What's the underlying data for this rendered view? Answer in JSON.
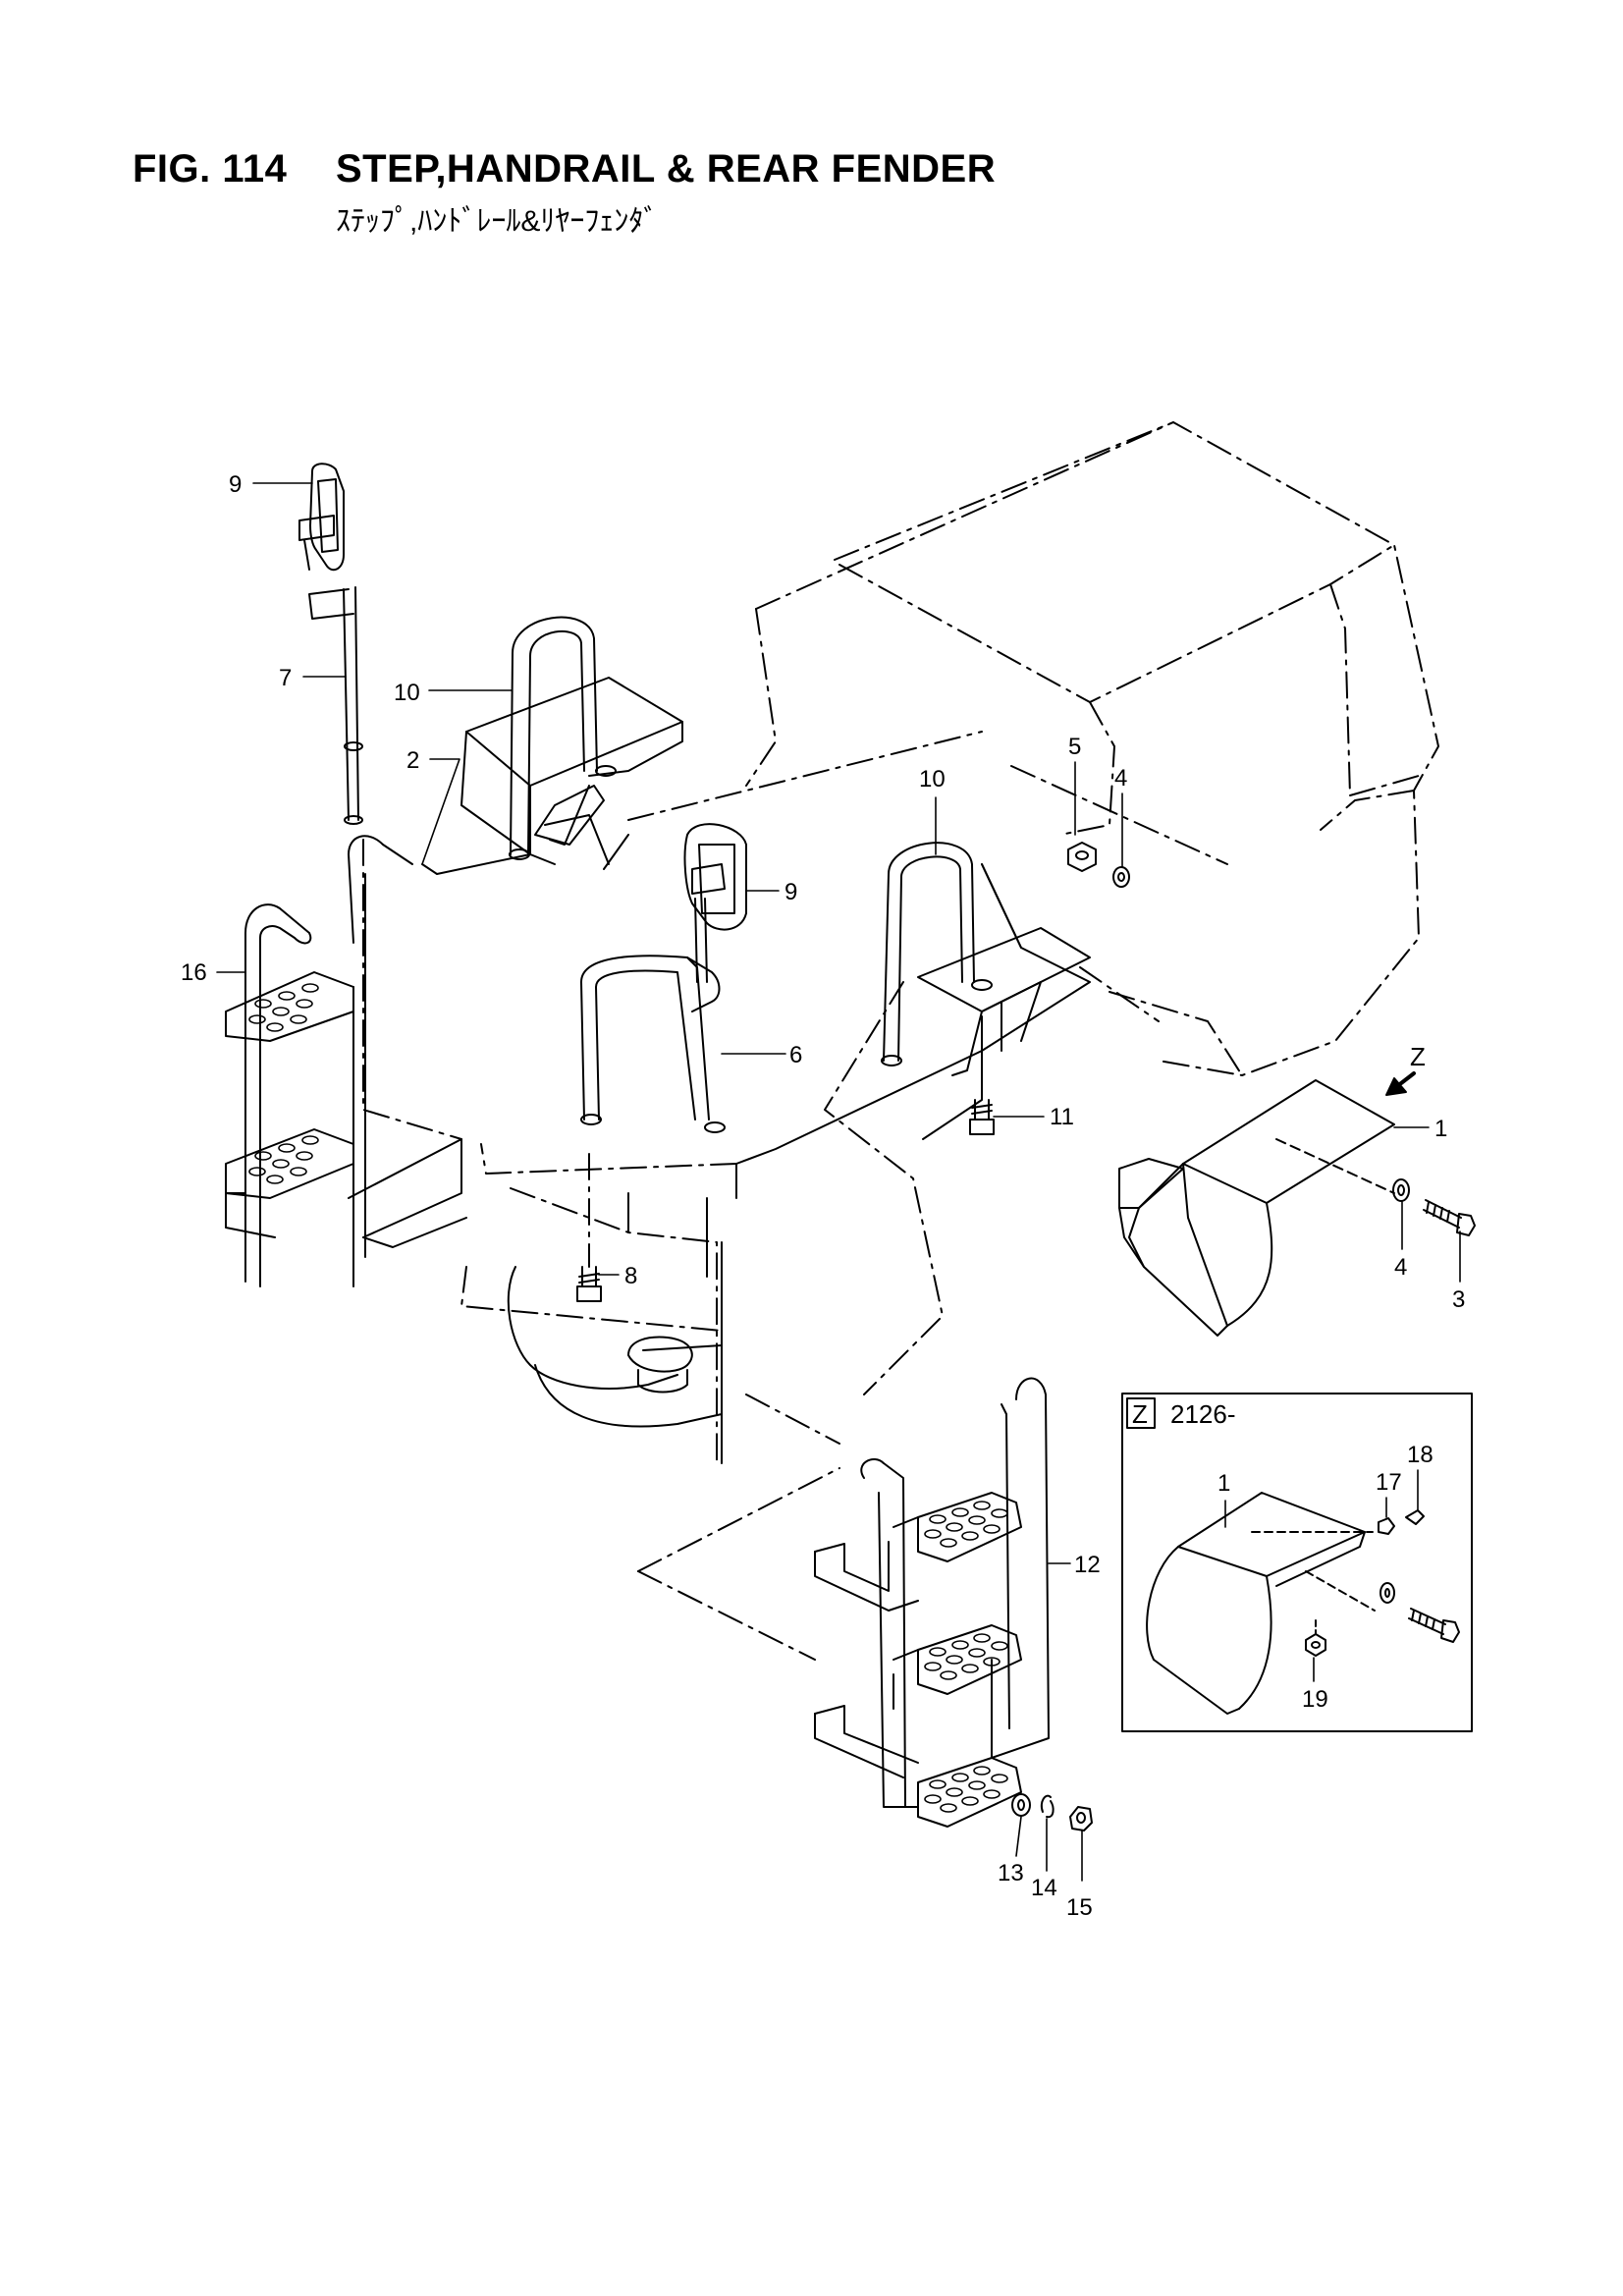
{
  "figure": {
    "number": "FIG. 114",
    "title": "STEP,HANDRAIL & REAR FENDER",
    "subtitle_jp": "ｽﾃｯﾌﾟ,ﾊﾝﾄﾞﾚｰﾙ&ﾘﾔｰﾌｪﾝﾀﾞ"
  },
  "callouts": {
    "c9a": "9",
    "c7": "7",
    "c10a": "10",
    "c2": "2",
    "c16": "16",
    "c9b": "9",
    "c6": "6",
    "c10b": "10",
    "c5": "5",
    "c4a": "4",
    "c11": "11",
    "c8": "8",
    "c1a": "1",
    "c4b": "4",
    "c3": "3",
    "c12": "12",
    "c13": "13",
    "c14": "14",
    "c15": "15",
    "c1b": "1",
    "c17": "17",
    "c18": "18",
    "c19": "19"
  },
  "view_arrow": {
    "label": "Z"
  },
  "detail_box": {
    "view_label": "Z",
    "serial_range": "2126-"
  },
  "colors": {
    "line": "#000000",
    "background": "#ffffff",
    "fill": "#ffffff"
  }
}
